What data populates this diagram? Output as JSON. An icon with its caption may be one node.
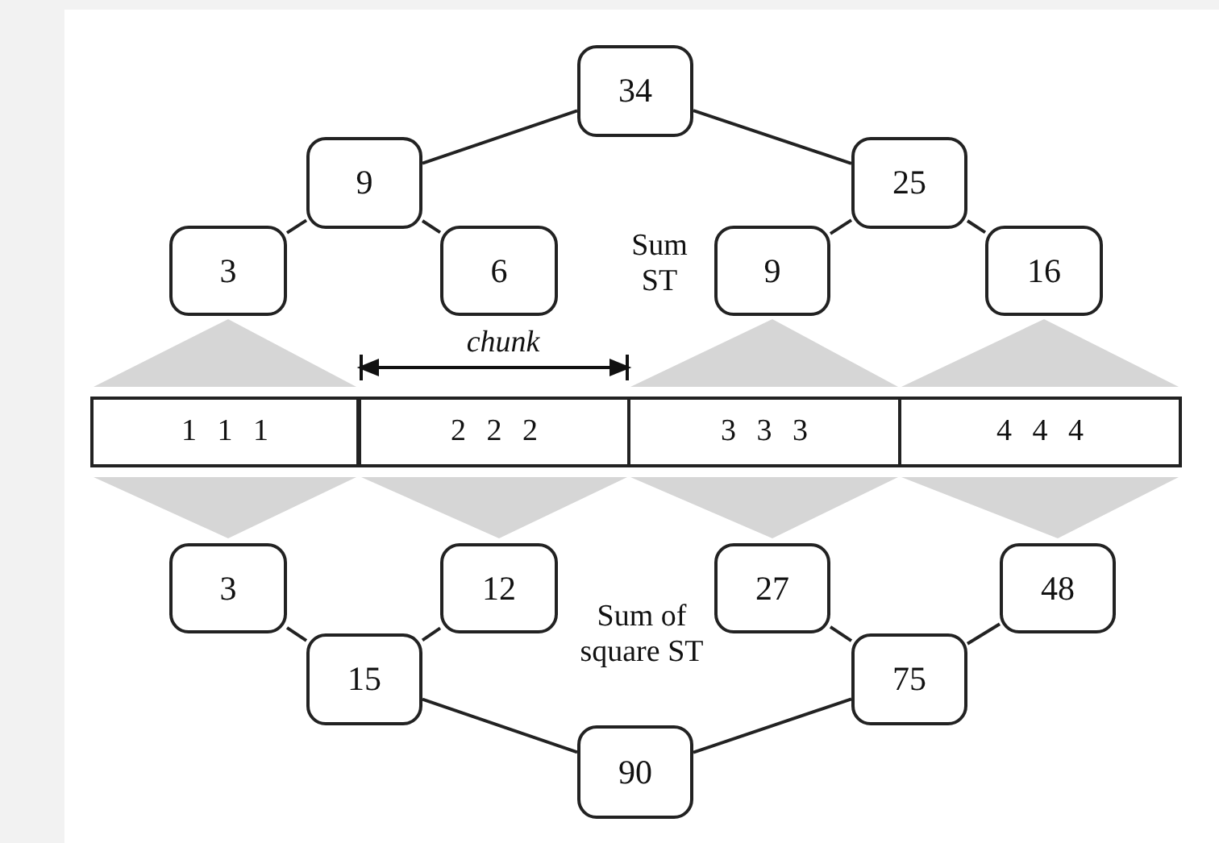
{
  "diagram": {
    "nodes": [
      {
        "text": [
          "34"
        ]
      },
      {
        "text": [
          "9"
        ]
      },
      {
        "text": [
          "25"
        ]
      },
      {
        "text": [
          "3"
        ]
      },
      {
        "text": [
          "6"
        ]
      },
      {
        "text": [
          "9"
        ]
      },
      {
        "text": [
          "16"
        ]
      },
      {
        "text": [
          "1 1 1"
        ]
      },
      {
        "text": [
          "2 2 2"
        ]
      },
      {
        "text": [
          "3 3 3"
        ]
      },
      {
        "text": [
          "4 4 4"
        ]
      },
      {
        "text": [
          "3"
        ]
      },
      {
        "text": [
          "12"
        ]
      },
      {
        "text": [
          "27"
        ]
      },
      {
        "text": [
          "48"
        ]
      },
      {
        "text": [
          "15"
        ]
      },
      {
        "text": [
          "75"
        ]
      },
      {
        "text": [
          "90"
        ]
      }
    ],
    "edges": [
      {
        "from": 0,
        "to": 1,
        "arrow": "none"
      },
      {
        "from": 0,
        "to": 2,
        "arrow": "none"
      },
      {
        "from": 1,
        "to": 3,
        "arrow": "none"
      },
      {
        "from": 1,
        "to": 4,
        "arrow": "none"
      },
      {
        "from": 2,
        "to": 5,
        "arrow": "none"
      },
      {
        "from": 2,
        "to": 6,
        "arrow": "none"
      },
      {
        "from": 15,
        "to": 11,
        "arrow": "none"
      },
      {
        "from": 15,
        "to": 12,
        "arrow": "none"
      },
      {
        "from": 16,
        "to": 13,
        "arrow": "none"
      },
      {
        "from": 16,
        "to": 14,
        "arrow": "none"
      },
      {
        "from": 17,
        "to": 15,
        "arrow": "none"
      },
      {
        "from": 17,
        "to": 16,
        "arrow": "none"
      }
    ],
    "labels": [
      "Sum ST",
      "chunk",
      "Sum of square ST"
    ]
  }
}
